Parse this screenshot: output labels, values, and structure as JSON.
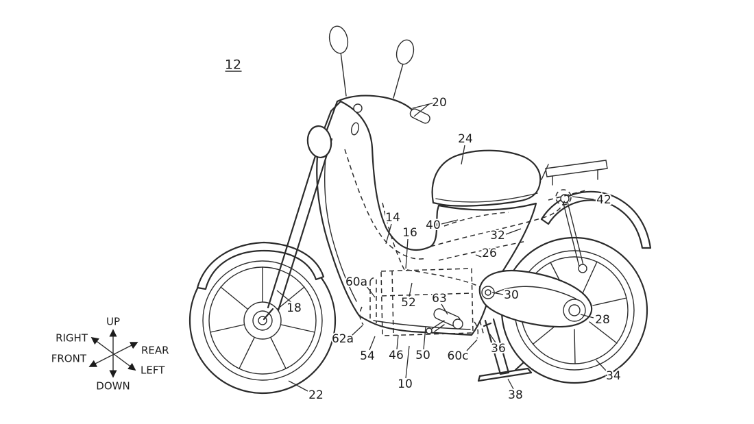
{
  "figure": {
    "number": "12"
  },
  "part_labels": [
    {
      "ref": "20"
    },
    {
      "ref": "24"
    },
    {
      "ref": "42"
    },
    {
      "ref": "14"
    },
    {
      "ref": "16"
    },
    {
      "ref": "40"
    },
    {
      "ref": "32"
    },
    {
      "ref": "26"
    },
    {
      "ref": "60a"
    },
    {
      "ref": "52"
    },
    {
      "ref": "63"
    },
    {
      "ref": "30"
    },
    {
      "ref": "18"
    },
    {
      "ref": "28"
    },
    {
      "ref": "62a"
    },
    {
      "ref": "54"
    },
    {
      "ref": "46"
    },
    {
      "ref": "50"
    },
    {
      "ref": "60c"
    },
    {
      "ref": "36"
    },
    {
      "ref": "34"
    },
    {
      "ref": "10"
    },
    {
      "ref": "22"
    },
    {
      "ref": "38"
    }
  ],
  "compass": {
    "up": "UP",
    "down": "DOWN",
    "front": "FRONT",
    "rear": "REAR",
    "left": "LEFT",
    "right": "RIGHT"
  },
  "colors": {
    "ink": "#2b2b2b",
    "background": "#ffffff"
  }
}
